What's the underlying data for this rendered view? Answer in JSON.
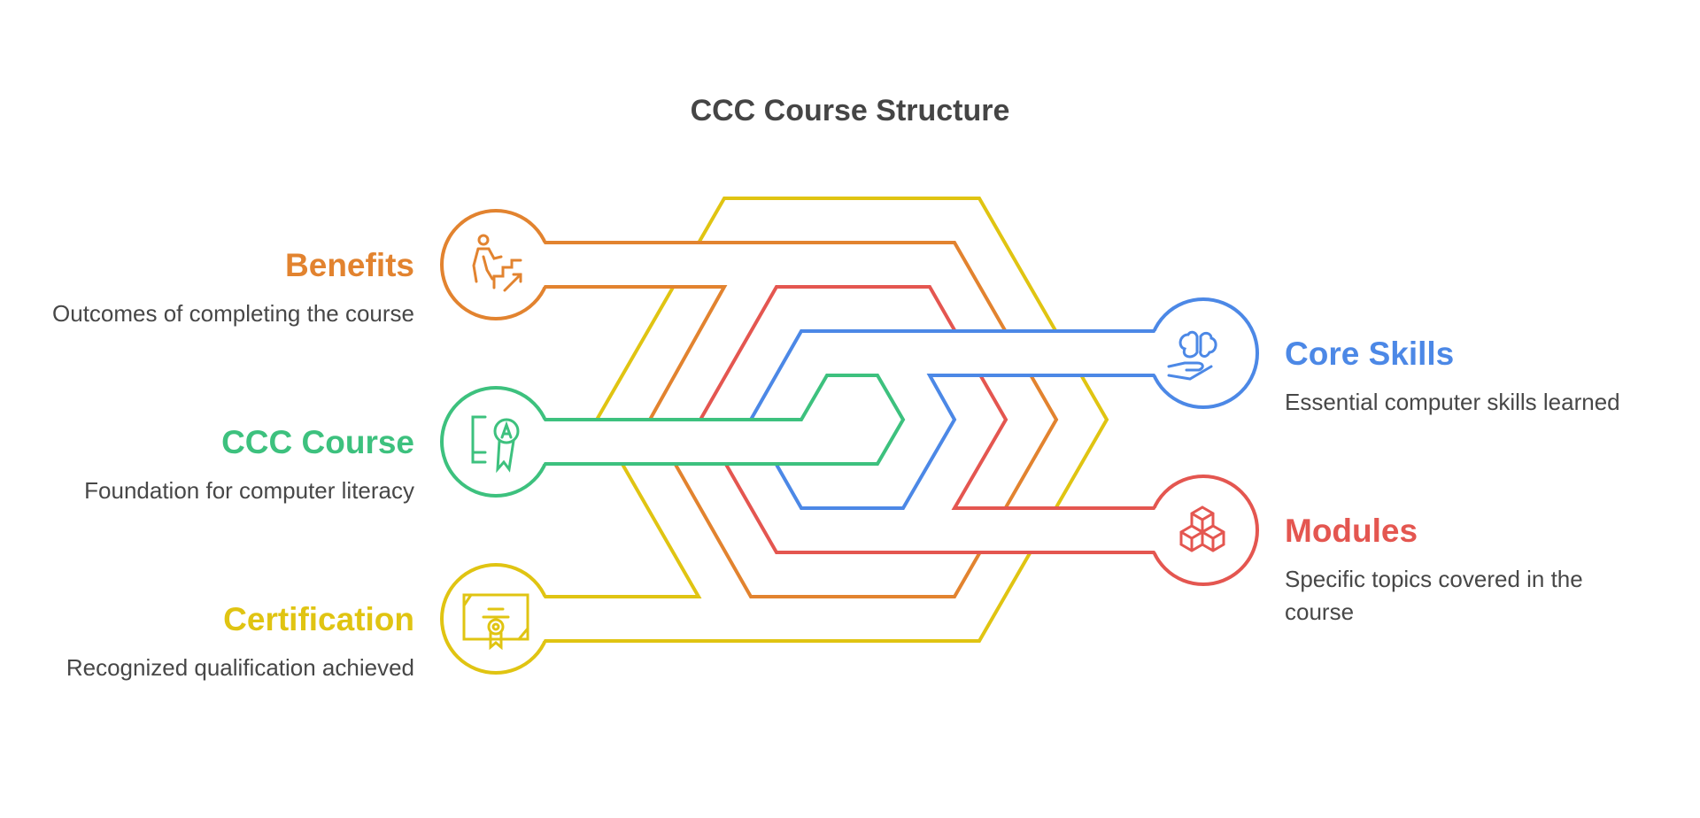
{
  "title": "CCC Course Structure",
  "colors": {
    "benefits": "#E2832F",
    "ccc": "#3DC17E",
    "certification": "#E0C412",
    "core": "#4C88E6",
    "modules": "#E45650",
    "text": "#474747"
  },
  "items": {
    "benefits": {
      "heading": "Benefits",
      "description": "Outcomes of completing the course",
      "icon": "person-climbing-stairs-icon"
    },
    "ccc": {
      "heading": "CCC Course",
      "description": "Foundation for computer literacy",
      "icon": "certificate-badge-icon"
    },
    "certification": {
      "heading": "Certification",
      "description": "Recognized qualification achieved",
      "icon": "diploma-icon"
    },
    "core": {
      "heading": "Core Skills",
      "description": "Essential computer skills learned",
      "icon": "brain-hand-icon"
    },
    "modules": {
      "heading": "Modules",
      "description": "Specific topics covered in the course",
      "icon": "cubes-icon"
    }
  }
}
